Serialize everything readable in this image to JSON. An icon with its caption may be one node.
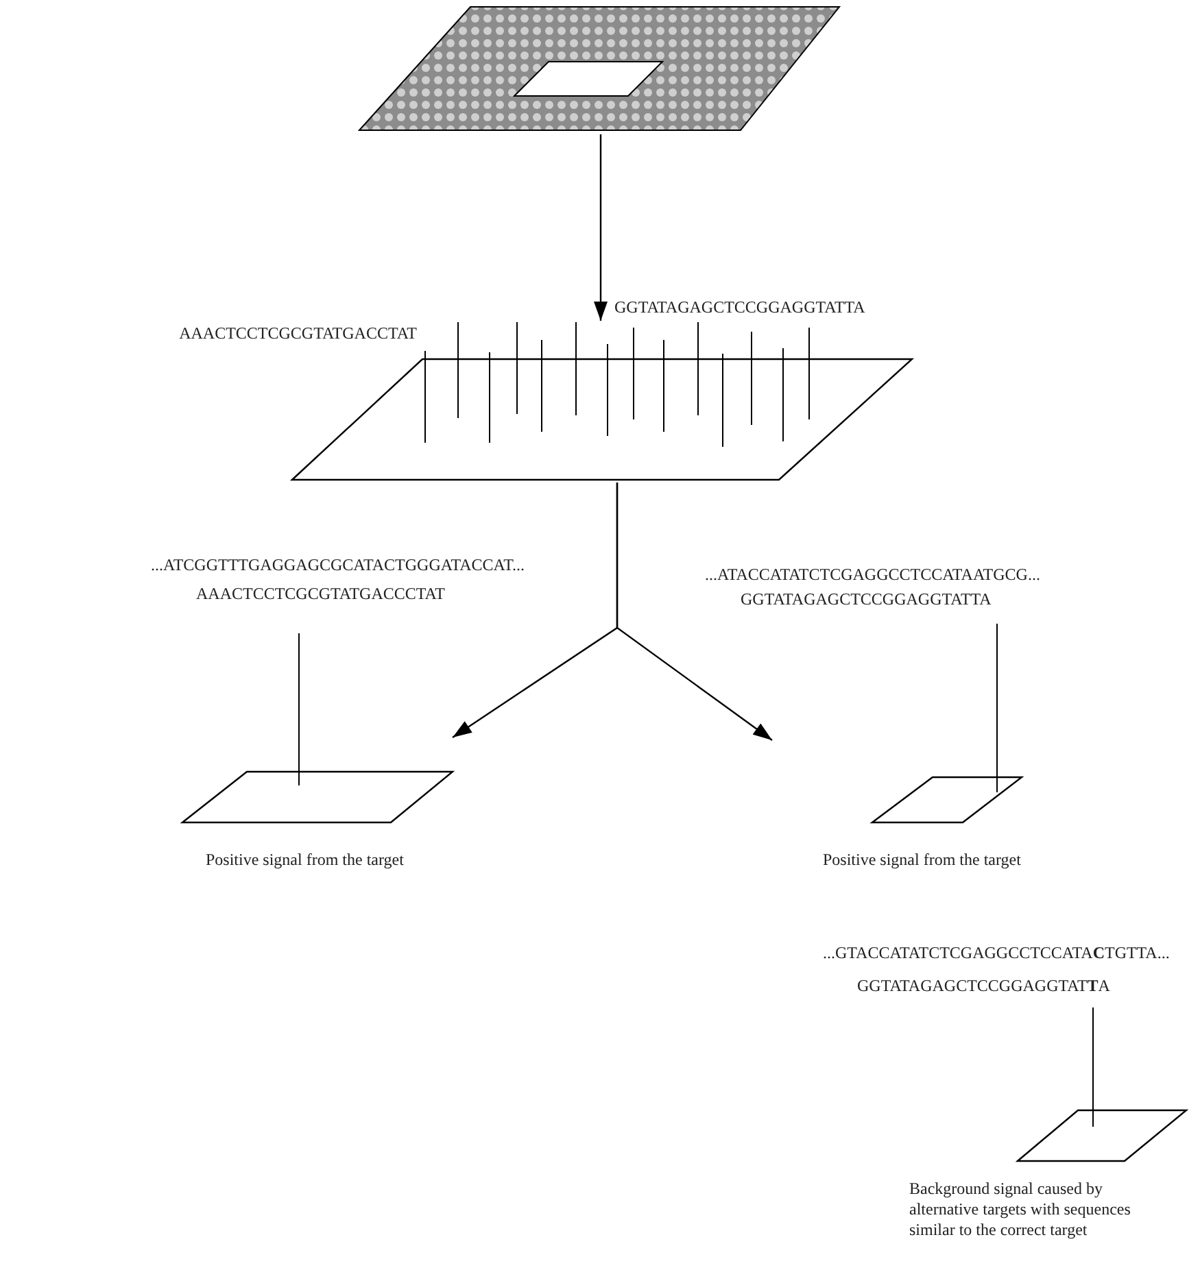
{
  "diagram": {
    "nodes": [
      {
        "text": [],
        "shape": "picture"
      },
      {
        "text": [],
        "shape": "picture",
        "beside": [
          "AAACTCCTCGCGTATGACCTAT",
          "GGTATAGAGCTCCGGAGGTATTA"
        ]
      },
      {
        "text": [],
        "shape": "picture",
        "beside": [
          "...ATCGGTTTGAGGAGCGCATACTGGGATACCAT...",
          "AAACTCCTCGCGTATGACCCTAT",
          "Positive signal from the target"
        ]
      },
      {
        "text": [],
        "shape": "picture",
        "beside": [
          "...ATACCATATCTCGAGGCCTCCATAATGCG...",
          "GGTATAGAGCTCCGGAGGTATTA",
          "Positive signal from the target"
        ]
      },
      {
        "text": [],
        "shape": "picture",
        "beside": [
          "...GTACCATATCTCGAGGCCTCCATA**C**TGTTA...",
          "GGTATAGAGCTCCGGAGGTAT**T**A",
          "Background signal caused by alternative targets with sequences similar to the correct target"
        ]
      }
    ],
    "edges": [
      {
        "from": 0,
        "to": 1,
        "arrow": "to"
      },
      {
        "from": 1,
        "to": 2,
        "arrow": "to"
      },
      {
        "from": 1,
        "to": 3,
        "arrow": "to"
      }
    ]
  }
}
